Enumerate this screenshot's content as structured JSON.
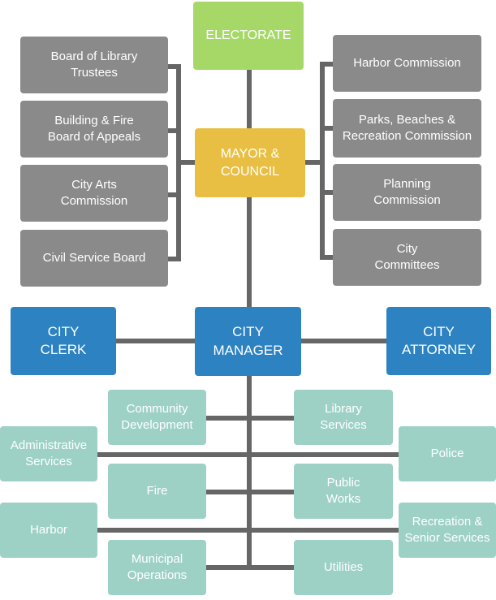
{
  "electorate": "ELECTORATE",
  "mayor": "MAYOR &\nCOUNCIL",
  "left_boards": [
    "Board of  Library\nTrustees",
    "Building & Fire\nBoard of Appeals",
    "City Arts\nCommission",
    "Civil Service Board"
  ],
  "right_boards": [
    "Harbor Commission",
    "Parks, Beaches &\nRecreation Commission",
    "Planning\nCommission",
    "City\nCommittees"
  ],
  "clerk": "CITY\nCLERK",
  "manager": "CITY\nMANAGER",
  "attorney": "CITY\nATTORNEY",
  "departments": {
    "community_development": "Community\nDevelopment",
    "library_services": "Library\nServices",
    "administrative_services": "Administrative\nServices",
    "police": "Police",
    "fire": "Fire",
    "public_works": "Public\nWorks",
    "harbor": "Harbor",
    "recreation": "Recreation &\nSenior Services",
    "municipal_operations": "Municipal\nOperations",
    "utilities": "Utilities"
  },
  "colors": {
    "line": "#666666",
    "board": "#8a8a8a",
    "electorate": "#a6d868",
    "mayor": "#e8bf42",
    "officer": "#2d82c2",
    "department": "#9dd1c6"
  }
}
